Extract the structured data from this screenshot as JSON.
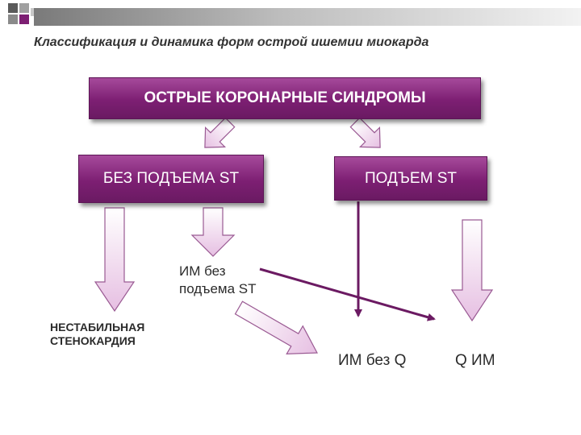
{
  "title": "Классификация и динамика форм острой ишемии миокарда",
  "boxes": {
    "acs": "ОСТРЫЕ КОРОНАРНЫЕ СИНДРОМЫ",
    "without_st": "БЕЗ ПОДЪЕМА ST",
    "st_elevation": "ПОДЪЕМ ST"
  },
  "labels": {
    "nstemi_line1": "ИМ без",
    "nstemi_line2": "подъема ST",
    "unstable_line1": "НЕСТАБИЛЬНАЯ",
    "unstable_line2": "СТЕНОКАРДИЯ",
    "non_q_mi": "ИМ без Q",
    "q_mi": "Q ИМ"
  },
  "colors": {
    "box_purple": "#7d1f73",
    "arrow_fill": "#f0d6ee",
    "arrow_line": "#6b1a62"
  }
}
